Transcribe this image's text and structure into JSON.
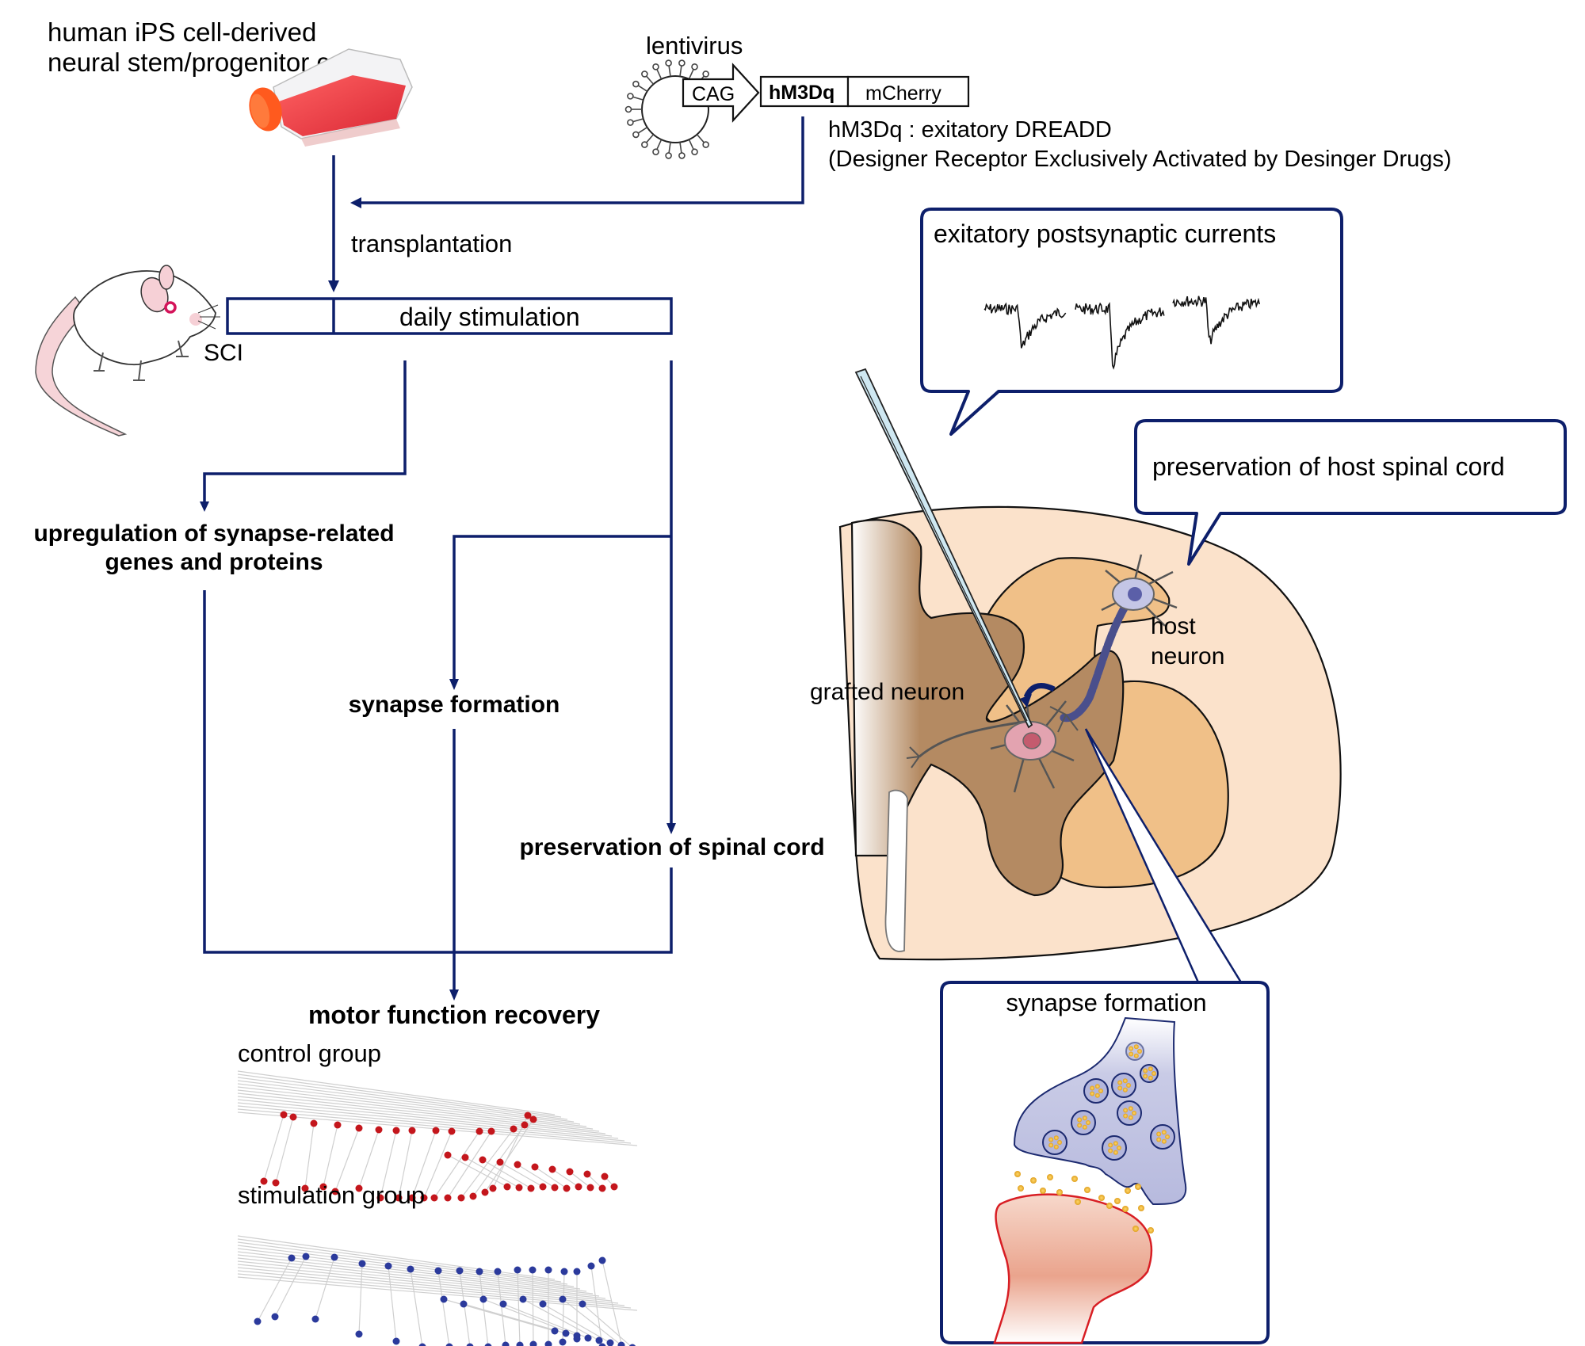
{
  "figure": {
    "source_cells": {
      "line1": "human iPS cell-derived",
      "line2": "neural stem/progenitor cell",
      "icon": "cell-culture-flask-icon"
    },
    "vector": {
      "label": "lentivirus",
      "promoter": "CAG",
      "gene": "hM3Dq",
      "reporter": "mCherry",
      "icon": "lentivirus-particle-icon"
    },
    "dreadd_note": {
      "line1": "hM3Dq : exitatory DREADD",
      "line2": "(Designer Receptor Exclusively Activated by Desinger Drugs)"
    },
    "timeline": {
      "transplantation_label": "transplantation",
      "stimulation_label": "daily stimulation",
      "injury_label": "SCI",
      "animal_icon": "mouse-icon"
    },
    "outcomes": {
      "upregulation_line1": "upregulation of synapse-related",
      "upregulation_line2": "genes and proteins",
      "synapse_formation": "synapse formation",
      "preservation": "preservation of spinal cord",
      "motor_recovery": "motor function recovery"
    },
    "gait": {
      "control_label": "control group",
      "stimulation_label": "stimulation group",
      "control_color": "#c4161c",
      "stimulation_color": "#2b3a9c"
    },
    "illustration": {
      "epsc_bubble": "exitatory postsynaptic currents",
      "host_bubble": "preservation of host spinal cord",
      "host_neuron_line1": "host",
      "host_neuron_line2": "neuron",
      "grafted_neuron": "grafted neuron",
      "synapse_box": "synapse formation"
    },
    "colors": {
      "flow_lines": "#0d1f6b",
      "white_matter": "#fbe2cb",
      "grey_matter": "#b48a62",
      "horn": "#f0c088",
      "grafted_neuron": "#e3a3b0",
      "host_neuron": "#c4c6e6",
      "vesicle_cargo": "#f2b233"
    }
  }
}
